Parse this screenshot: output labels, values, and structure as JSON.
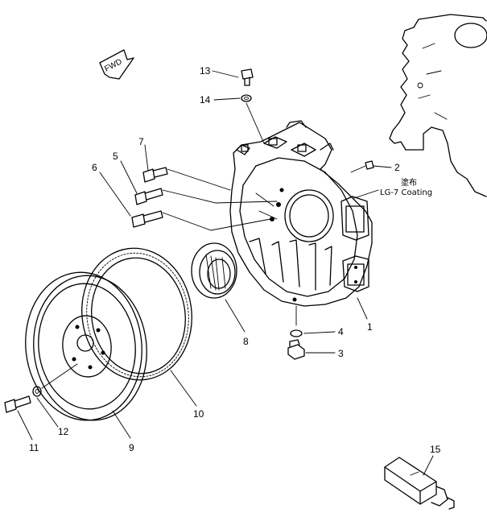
{
  "direction_marker": "FWD",
  "note": {
    "line1": "塗布",
    "line2": "LG-7 Coating"
  },
  "callouts": [
    {
      "id": "1",
      "part": "flywheel-housing"
    },
    {
      "id": "2",
      "part": "dowel-pin"
    },
    {
      "id": "3",
      "part": "drain-plug"
    },
    {
      "id": "4",
      "part": "o-ring"
    },
    {
      "id": "5",
      "part": "bolt"
    },
    {
      "id": "6",
      "part": "bolt"
    },
    {
      "id": "7",
      "part": "bolt"
    },
    {
      "id": "8",
      "part": "oil-seal"
    },
    {
      "id": "9",
      "part": "flywheel"
    },
    {
      "id": "10",
      "part": "ring-gear"
    },
    {
      "id": "11",
      "part": "bolt"
    },
    {
      "id": "12",
      "part": "washer"
    },
    {
      "id": "13",
      "part": "bolt"
    },
    {
      "id": "14",
      "part": "washer"
    },
    {
      "id": "15",
      "part": "tool"
    }
  ]
}
